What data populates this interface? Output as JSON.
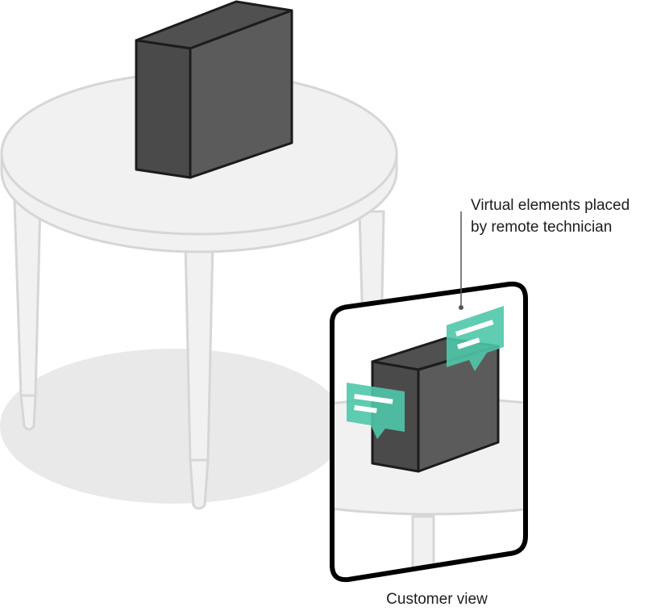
{
  "callout": {
    "line1": "Virtual elements placed",
    "line2": "by remote technician"
  },
  "caption": "Customer view",
  "colors": {
    "table_outline": "#d6d6d6",
    "table_fill": "#f1f1f1",
    "shadow": "#e9e9e9",
    "box_top": "#505050",
    "box_front": "#5b5b5b",
    "box_side": "#4a4a4a",
    "stroke": "#1c1c1c",
    "frame": "#000000",
    "accent": "#4fc6a8"
  }
}
